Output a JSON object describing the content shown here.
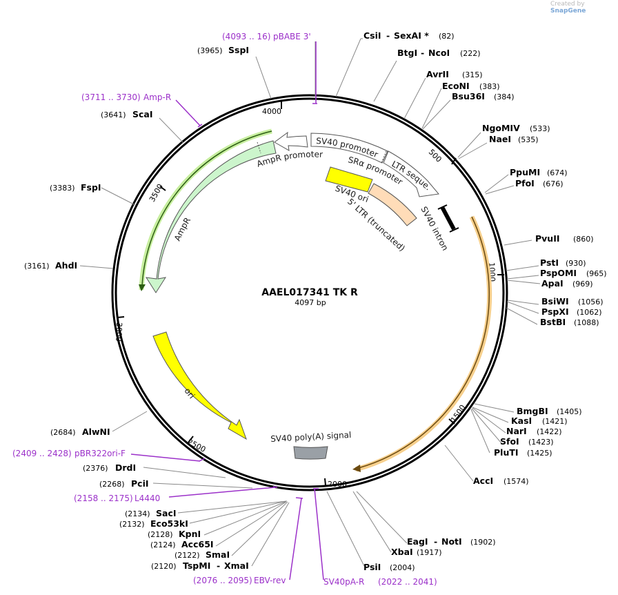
{
  "watermark": {
    "prefix": "Created by",
    "brand": "SnapGene"
  },
  "title": "AAEL017341 TK R",
  "length": "4097 bp",
  "enzymes": [
    {
      "name": "CsiI",
      "name2": "SexAI *",
      "pos": "(82)"
    },
    {
      "name": "BtgI",
      "name2": "NcoI",
      "pos": "(222)"
    },
    {
      "name": "AvrII",
      "pos": "(315)"
    },
    {
      "name": "EcoNI",
      "pos": "(383)"
    },
    {
      "name": "Bsu36I",
      "pos": "(384)"
    },
    {
      "name": "NgoMIV",
      "pos": "(533)"
    },
    {
      "name": "NaeI",
      "pos": "(535)"
    },
    {
      "name": "PpuMI",
      "pos": "(674)"
    },
    {
      "name": "PfoI",
      "pos": "(676)"
    },
    {
      "name": "PvuII",
      "pos": "(860)"
    },
    {
      "name": "PstI",
      "pos": "(930)"
    },
    {
      "name": "PspOMI",
      "pos": "(965)"
    },
    {
      "name": "ApaI",
      "pos": "(969)"
    },
    {
      "name": "BsiWI",
      "pos": "(1056)"
    },
    {
      "name": "PspXI",
      "pos": "(1062)"
    },
    {
      "name": "BstBI",
      "pos": "(1088)"
    },
    {
      "name": "BmgBI",
      "pos": "(1405)"
    },
    {
      "name": "KasI",
      "pos": "(1421)"
    },
    {
      "name": "NarI",
      "pos": "(1422)"
    },
    {
      "name": "SfoI",
      "pos": "(1423)"
    },
    {
      "name": "PluTI",
      "pos": "(1425)"
    },
    {
      "name": "AccI",
      "pos": "(1574)"
    },
    {
      "name": "EagI",
      "name2": "NotI",
      "pos": "(1902)"
    },
    {
      "name": "XbaI",
      "pos": "(1917)"
    },
    {
      "name": "PsiI",
      "pos": "(2004)"
    },
    {
      "name": "SspI",
      "pos": "(3965)"
    },
    {
      "name": "ScaI",
      "pos": "(3641)"
    },
    {
      "name": "FspI",
      "pos": "(3383)"
    },
    {
      "name": "AhdI",
      "pos": "(3161)"
    },
    {
      "name": "AlwNI",
      "pos": "(2684)"
    },
    {
      "name": "DrdI",
      "pos": "(2376)"
    },
    {
      "name": "PciI",
      "pos": "(2268)"
    },
    {
      "name": "SacI",
      "pos": "(2134)"
    },
    {
      "name": "Eco53kI",
      "pos": "(2132)"
    },
    {
      "name": "KpnI",
      "pos": "(2128)"
    },
    {
      "name": "Acc65I",
      "pos": "(2124)"
    },
    {
      "name": "SmaI",
      "pos": "(2122)"
    },
    {
      "name": "TspMI",
      "name2": "XmaI",
      "pos": "(2120)"
    }
  ],
  "primers": [
    {
      "name": "pBABE 3'",
      "range": "(4093 .. 16)"
    },
    {
      "name": "Amp-R",
      "range": "(3711 .. 3730)"
    },
    {
      "name": "pBR322ori-F",
      "range": "(2409 .. 2428)"
    },
    {
      "name": "L4440",
      "range": "(2158 .. 2175)"
    },
    {
      "name": "EBV-rev",
      "range": "(2076 .. 2095)"
    },
    {
      "name": "SV40pA-R",
      "range": "(2022 .. 2041)"
    }
  ],
  "features": {
    "sv40_promoter": "SV40 promoter",
    "ltr_seq": "LTR seque...",
    "sra_promoter": "SRα promoter",
    "sv40_ori": "SV40 ori",
    "ltr_truncated": "5' LTR (truncated)",
    "sv40_intron": "SV40 intron",
    "ampr_promoter": "AmpR promoter",
    "ampr": "AmpR",
    "ori": "ori",
    "polya": "SV40 poly(A) signal"
  },
  "ruler": [
    "500",
    "1000",
    "1500",
    "2000",
    "2500",
    "3000",
    "3500",
    "4000"
  ],
  "colors": {
    "primer": "#9b30c9",
    "ampr_fill": "#ccf5cc",
    "ori_fill": "#ffff00",
    "ltr_fill": "#ffdcb8",
    "polya_fill": "#9aa0a6",
    "orf_highlight": "#f6cf8c",
    "ampr_highlight": "#c7ee9f"
  }
}
